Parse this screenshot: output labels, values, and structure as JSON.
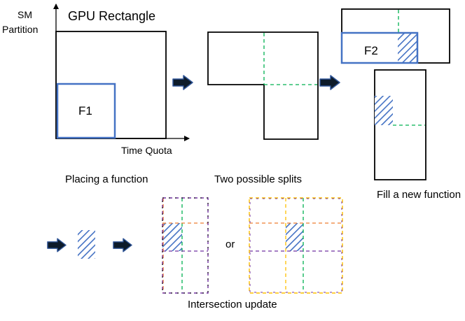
{
  "texts": {
    "title": "GPU Rectangle",
    "y_axis_line1": "SM",
    "y_axis_line2": "Partition",
    "x_axis": "Time Quota",
    "f1": "F1",
    "f2": "F2",
    "placing": "Placing a function",
    "two_splits": "Two possible splits",
    "fill_new": "Fill a new function",
    "or": "or",
    "intersection": "Intersection update"
  },
  "colors": {
    "function_box": "#4472C4",
    "hatch": "#4472C4",
    "split_green": "#00B050",
    "split_orange": "#ED7D31",
    "split_purple": "#7030A0",
    "split_yellow": "#FFC000",
    "outline": "#000000",
    "arrow_fill": "#0D1B2A",
    "arrow_edge": "#2F5597"
  },
  "icons": [
    "right-arrow-icon"
  ]
}
